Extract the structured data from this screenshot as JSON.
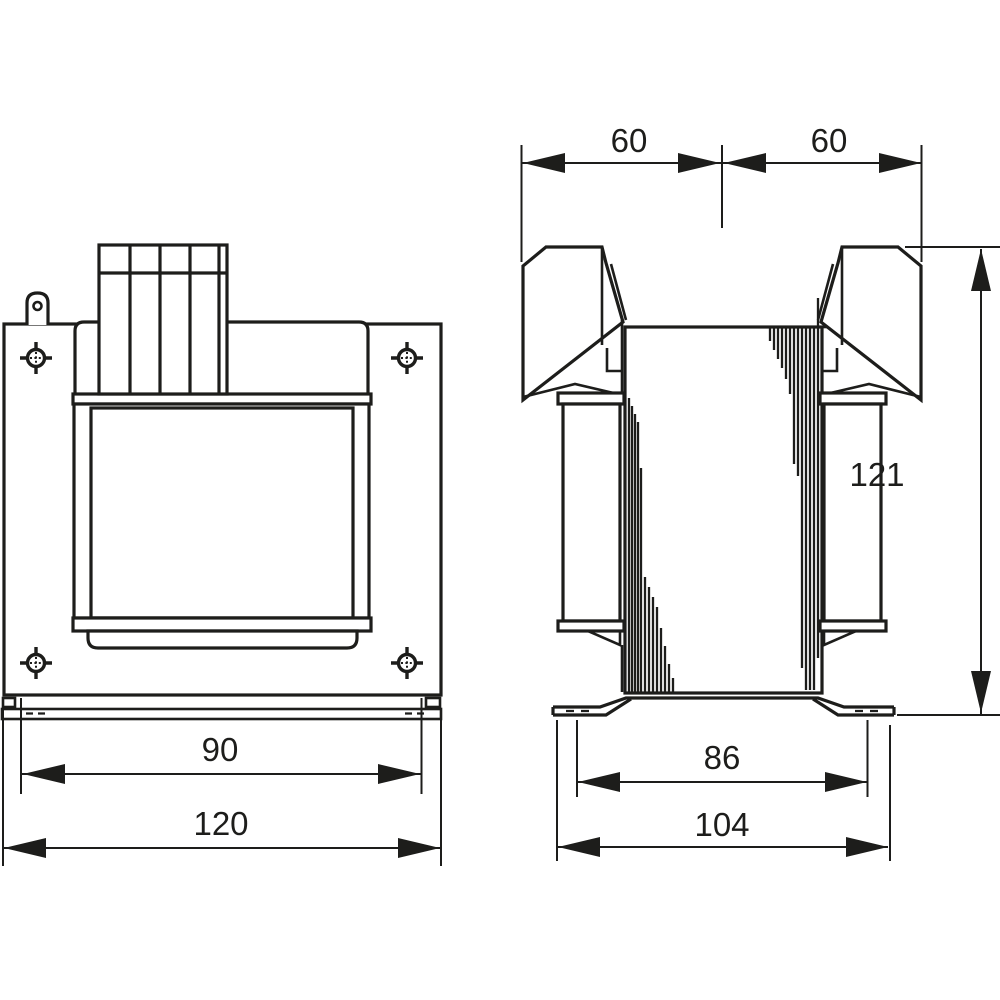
{
  "drawing": {
    "background": "#ffffff",
    "line_color": "#1d1d1b",
    "front_view": {
      "dim_hole_spacing": "90",
      "dim_overall_width": "120"
    },
    "side_view": {
      "dim_left_half": "60",
      "dim_right_half": "60",
      "dim_height": "121",
      "dim_slot_spacing": "86",
      "dim_overall_depth": "104"
    }
  }
}
